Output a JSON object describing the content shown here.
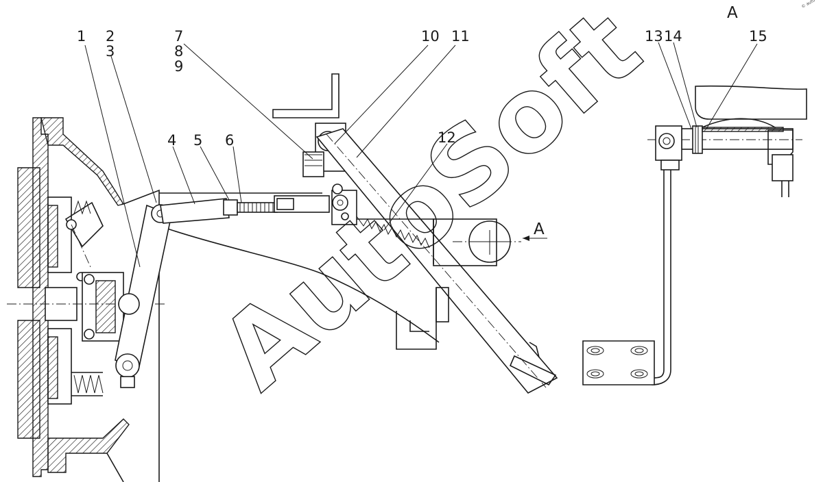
{
  "callouts": {
    "n1": "1",
    "n2": "2",
    "n3": "3",
    "n4": "4",
    "n5": "5",
    "n6": "6",
    "n7": "7",
    "n8": "8",
    "n9": "9",
    "n10": "10",
    "n11": "11",
    "n12": "12",
    "n13": "13",
    "n14": "14",
    "n15": "15"
  },
  "view_labels": {
    "section_arrow": "A",
    "view_title": "A"
  },
  "watermark": {
    "text": "AutoSoft",
    "corner": "© auto"
  }
}
